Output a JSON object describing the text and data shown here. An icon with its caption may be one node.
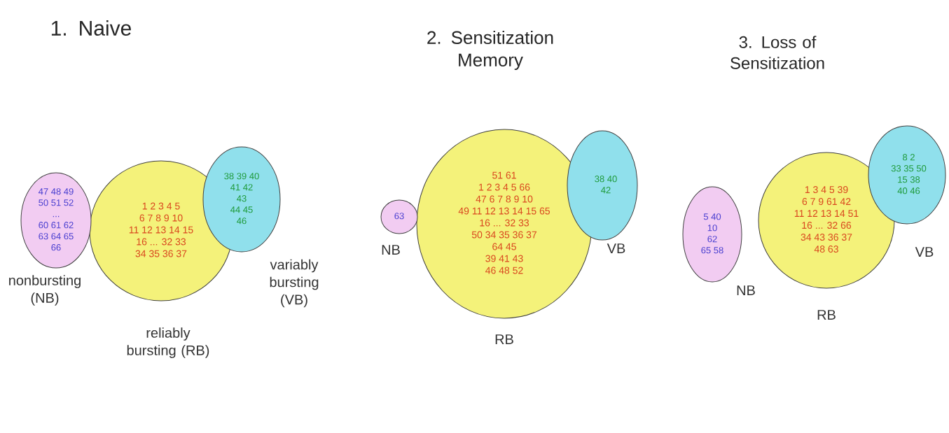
{
  "diagram": {
    "nodes": [
      {
        "text": [
          "47 48 49",
          "50 51 52",
          "...",
          "60 61 62",
          "63 64 65",
          "66"
        ],
        "beside": [
          "nonbursting (NB)"
        ]
      },
      {
        "text": [
          "1 2 3 4 5",
          "6 7 8 9 10",
          "11 12 13 14 15",
          "16 ... 32 33",
          "34 35 36 37"
        ],
        "beside": [
          "reliably bursting (RB)"
        ]
      },
      {
        "text": [
          "38 39 40",
          "41 42",
          "43",
          "44 45",
          "46"
        ],
        "beside": [
          "variably bursting (VB)"
        ]
      },
      {
        "text": [
          "63"
        ],
        "beside": [
          "NB"
        ]
      },
      {
        "text": [
          "51 61",
          "1 2 3 4 5 66",
          "47 6 7 8 9 10",
          "49 11 12 13 14 15 65",
          "16 ... 32 33",
          "50 34 35 36 37",
          "64 45",
          "39 41 43",
          "46 48 52"
        ],
        "beside": [
          "RB"
        ]
      },
      {
        "text": [
          "38 40",
          "42"
        ],
        "beside": [
          "VB"
        ]
      },
      {
        "text": [
          "5 40",
          "10",
          "62",
          "65 58"
        ],
        "beside": [
          "NB"
        ]
      },
      {
        "text": [
          "1 3 4 5 39",
          "6 7 9 61 42",
          "11 12 13 14 51",
          "16 ... 32 66",
          "34 43 36 37",
          "48 63"
        ],
        "beside": [
          "RB"
        ]
      },
      {
        "text": [
          "8 2",
          "33 35 50",
          "15 38",
          "40 46"
        ],
        "beside": [
          "VB"
        ]
      }
    ],
    "labels": [
      "1. Naive",
      "2. Sensitization Memory",
      "3. Loss of Sensitization"
    ]
  }
}
